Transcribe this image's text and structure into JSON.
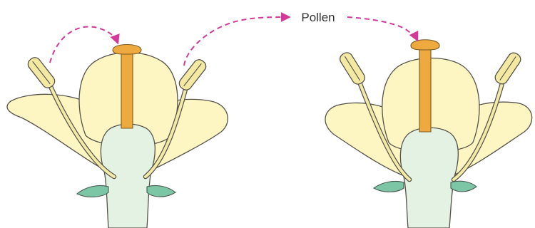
{
  "labels": {
    "pollen": "Pollen"
  },
  "colors": {
    "petal": "#fdf6c2",
    "ovary": "#e4f2e4",
    "sepal": "#7cc6a6",
    "pistil": "#eeaa3e",
    "anther": "#f4e9a2",
    "arrow": "#d23a9a"
  },
  "flowers": [
    {
      "name": "flower-left",
      "parts": [
        "petals",
        "ovary",
        "sepals",
        "pistil",
        "stamens"
      ]
    },
    {
      "name": "flower-right",
      "parts": [
        "petals",
        "ovary",
        "sepals",
        "pistil",
        "stamens"
      ]
    }
  ],
  "arrows": [
    {
      "name": "self-pollination-arrow",
      "from": "left-stamen-anther",
      "to": "left-stigma"
    },
    {
      "name": "cross-pollination-arrow",
      "from": "right-stamen-anther",
      "to": "right-flower-stigma"
    }
  ]
}
